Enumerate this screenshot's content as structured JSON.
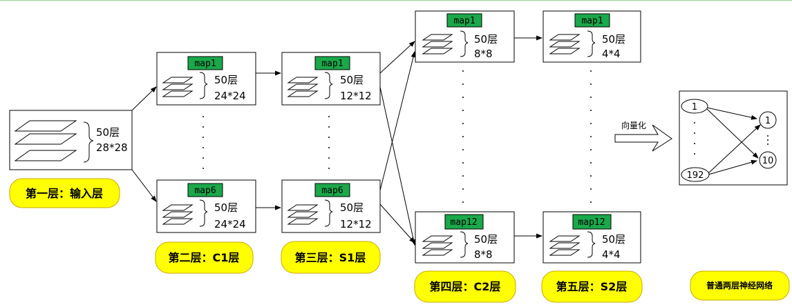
{
  "input_block": {
    "layers": "50层",
    "size": "28*28"
  },
  "c1_top": {
    "map": "map1",
    "layers": "50层",
    "size": "24*24"
  },
  "c1_bottom": {
    "map": "map6",
    "layers": "50层",
    "size": "24*24"
  },
  "s1_top": {
    "map": "map1",
    "layers": "50层",
    "size": "12*12"
  },
  "s1_bottom": {
    "map": "map6",
    "layers": "50层",
    "size": "12*12"
  },
  "c2_top": {
    "map": "map1",
    "layers": "50层",
    "size": "8*8"
  },
  "c2_bottom": {
    "map": "map12",
    "layers": "50层",
    "size": "8*8"
  },
  "s2_top": {
    "map": "map1",
    "layers": "50层",
    "size": "4*4"
  },
  "s2_bottom": {
    "map": "map12",
    "layers": "50层",
    "size": "4*4"
  },
  "labels": {
    "layer1": "第一层：输入层",
    "layer2": "第二层：C1层",
    "layer3": "第三层：S1层",
    "layer4": "第四层：C2层",
    "layer5": "第五层：S2层",
    "nn": "普通两层神经网络"
  },
  "vectorize_label": "向量化",
  "nn": {
    "in_top": "1",
    "in_bottom": "192",
    "out_top": "1",
    "out_bottom": "10"
  },
  "colors": {
    "map_tag": "#1aa84a",
    "pill": "#ffff00",
    "pill_border": "#c8a800",
    "top_line": "#8fd18f"
  }
}
